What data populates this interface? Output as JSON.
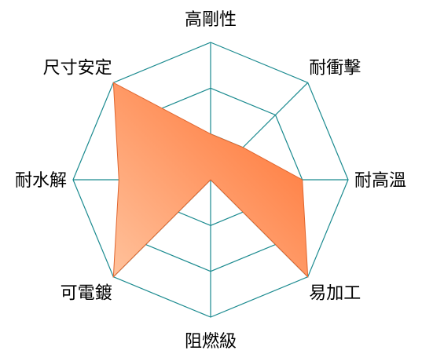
{
  "chart_data": {
    "type": "radar",
    "categories": [
      "高剛性",
      "耐衝擊",
      "耐高溫",
      "易加工",
      "阻燃級",
      "可電鍍",
      "耐水解",
      "尺寸安定"
    ],
    "levels": 3,
    "rlim": [
      0,
      3
    ],
    "series": [
      {
        "values": [
          1.0,
          1.0,
          2.0,
          3.0,
          0.0,
          3.0,
          2.0,
          3.0
        ]
      }
    ],
    "colors": {
      "grid": "#1a8a8f",
      "fill_light": "#ffc29c",
      "fill_dark": "#ff6f2e",
      "stroke": "#e0662f"
    }
  }
}
